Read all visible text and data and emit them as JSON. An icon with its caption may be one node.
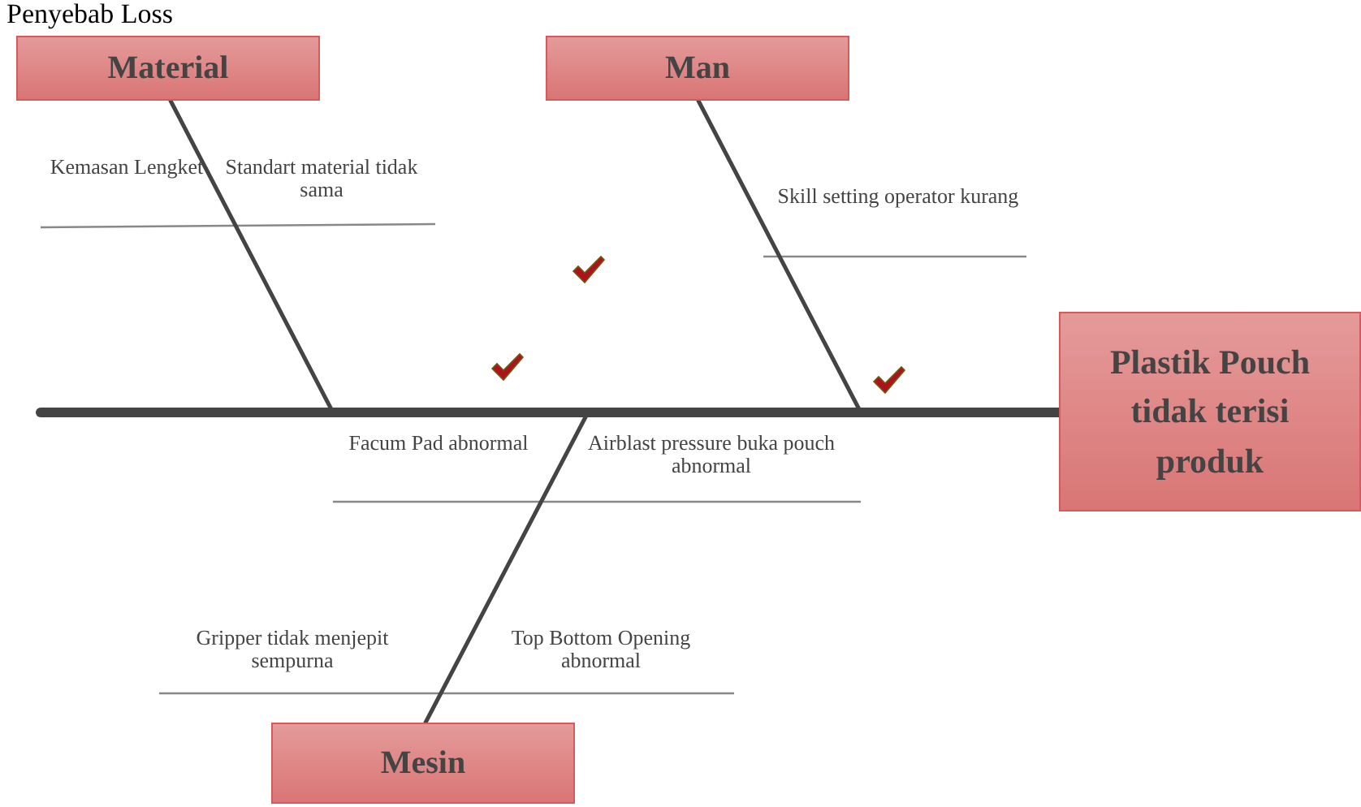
{
  "diagram": {
    "title": "Penyebab Loss",
    "nodes": [
      {
        "text": [
          "Material"
        ]
      },
      {
        "text": [
          "Man"
        ]
      },
      {
        "text": [
          "Mesin"
        ]
      },
      {
        "text": [
          "Plastik Pouch tidak terisi produk"
        ]
      }
    ],
    "edges": [
      {
        "from": null,
        "to": 3,
        "arrow": "none",
        "style": "thick"
      },
      {
        "from": 0,
        "to": 3,
        "arrow": "none"
      },
      {
        "from": 1,
        "to": 3,
        "arrow": "none"
      },
      {
        "from": 2,
        "to": 3,
        "arrow": "none"
      }
    ],
    "labels": [
      "Kemasan Lengket",
      "Standart material tidak sama",
      "Skill setting operator kurang",
      "Facum Pad abnormal",
      "Airblast pressure buka pouch abnormal",
      "Gripper tidak menjepit sempurna",
      "Top Bottom Opening abnormal"
    ]
  }
}
